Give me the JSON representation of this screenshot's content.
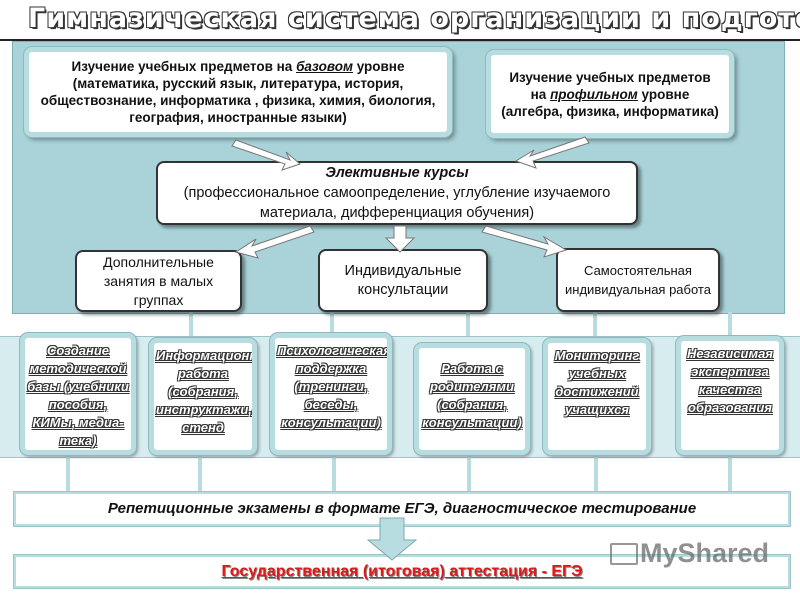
{
  "title": "Гимназическая система организации и подготовки к",
  "top_left": {
    "before": "Изучение учебных предметов на ",
    "emphasis": "базовом",
    "after": " уровне (математика, русский язык, литература, история, обществознание, информатика , физика, химия, биология, география, иностранные языки)"
  },
  "top_right": {
    "before": "Изучение учебных предметов на ",
    "emphasis": "профильном",
    "after": " уровне (алгебра, физика, информатика)"
  },
  "electives": {
    "title": "Элективные курсы",
    "text": "(профессиональное самоопределение, углубление изучаемого материала, дифференциация обучения)"
  },
  "forms": [
    "Дополнительные занятия в малых группах",
    "Индивидуальные консультации",
    "Самостоятельная индивидуальная работа"
  ],
  "activities": [
    "Создание методической базы (учебники пособия, КИМы, медиа-тека)",
    "Информационная работа (собрания, инструктажи,консультации, стенд",
    "Психологическая поддержка (тренинги, беседы, консультации)",
    "Работа с родителями (собрания, консультации)",
    "Мониторинг учебных достижений учащихся",
    "Независимая экспертиза качества образования"
  ],
  "exam_bar": "Репетиционные экзамены в формате ЕГЭ, диагностическое тестирование",
  "final_bar": "Государственная (итоговая) аттестация - ЕГЭ",
  "watermark": "MyShared",
  "colors": {
    "panel": "#a9d3d8",
    "accent_red": "#e01818",
    "box_border": "#b8dde1"
  }
}
